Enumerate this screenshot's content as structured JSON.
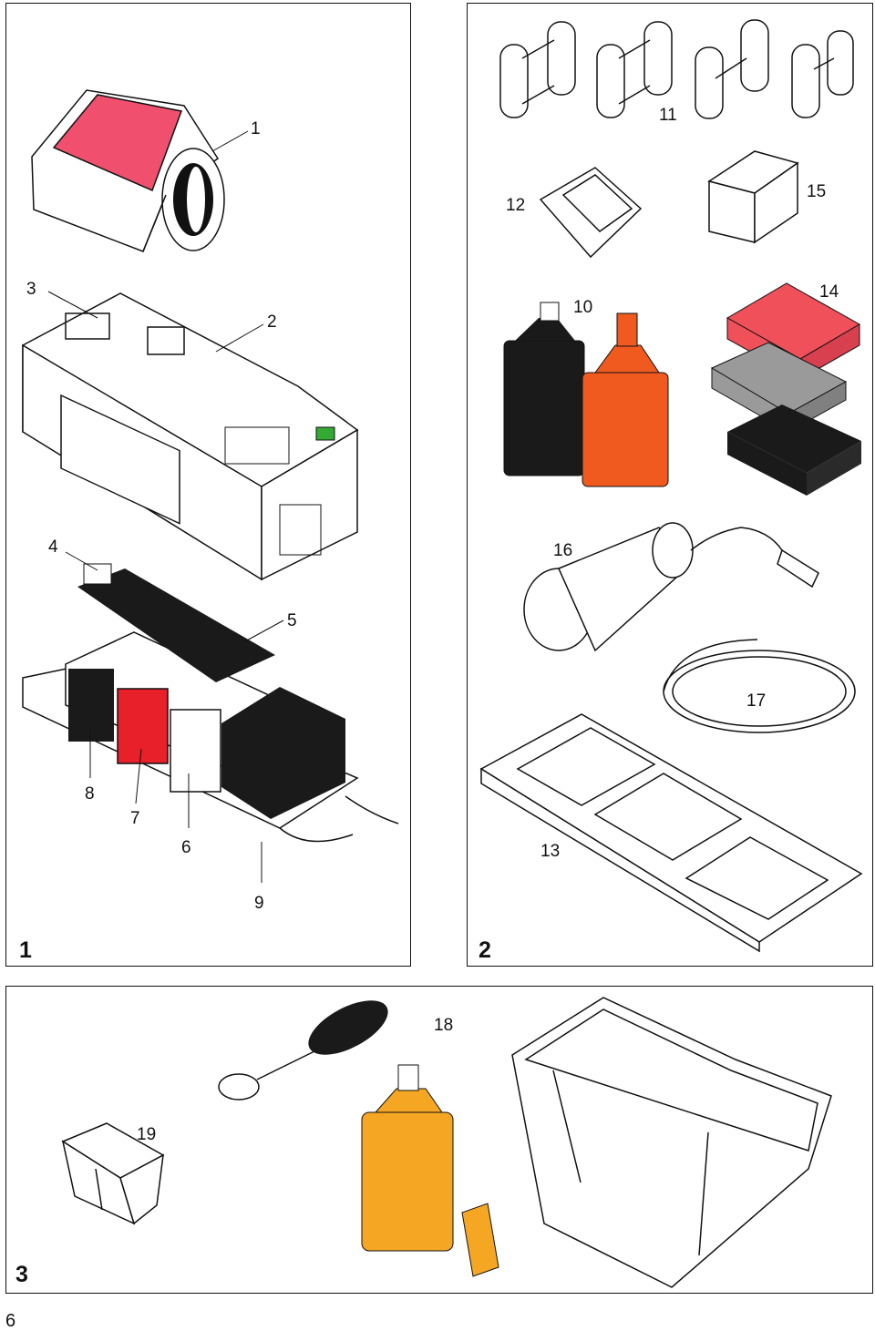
{
  "panels": {
    "p1": {
      "label": "1"
    },
    "p2": {
      "label": "2"
    },
    "p3": {
      "label": "3"
    }
  },
  "callouts": {
    "c1": "1",
    "c2": "2",
    "c3": "3",
    "c4": "4",
    "c5": "5",
    "c6": "6",
    "c7": "7",
    "c8": "8",
    "c9": "9",
    "c10": "10",
    "c11": "11",
    "c12": "12",
    "c13": "13",
    "c14": "14",
    "c15": "15",
    "c16": "16",
    "c17": "17",
    "c18": "18",
    "c19": "19"
  },
  "page_number": "6",
  "colors": {
    "pink_filter": "#f0506e",
    "red_tank": "#e8202a",
    "orange_bottle": "#f05a1e",
    "yellow_bottle": "#f5a623",
    "red_pad": "#f0505a",
    "grey_pad": "#9a9a9a",
    "dark": "#1a1a1a"
  }
}
